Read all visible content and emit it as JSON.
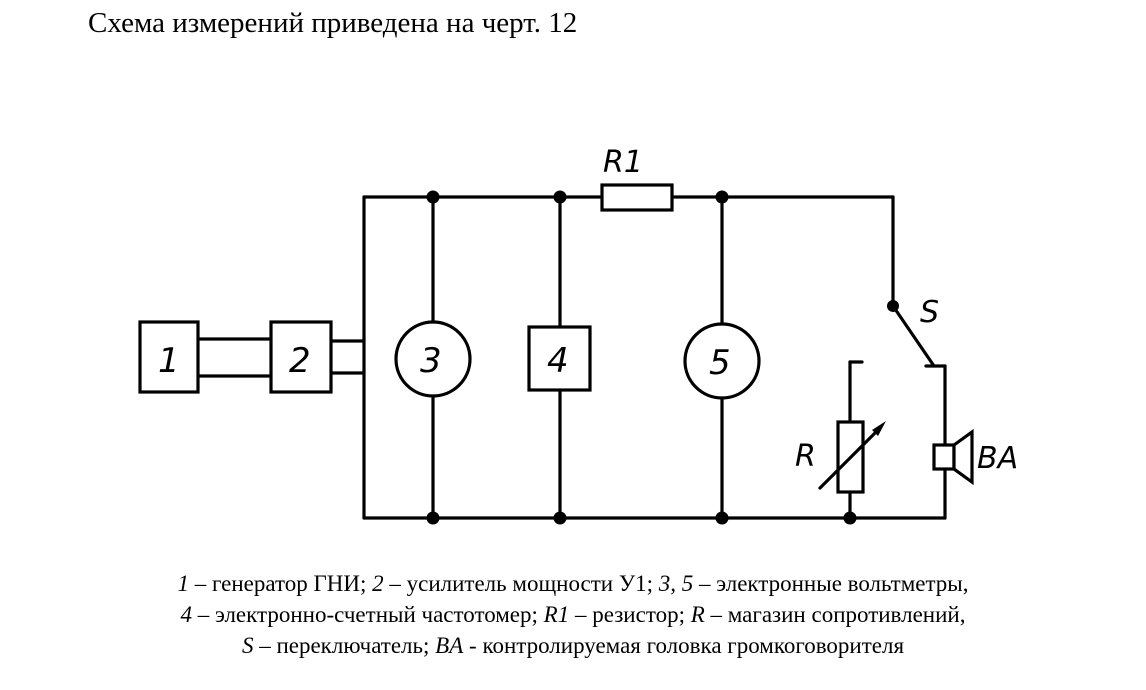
{
  "intro": "Схема измерений приведена на черт. 12",
  "diagram": {
    "blocks": {
      "b1": "1",
      "b2": "2",
      "b3": "3",
      "b4": "4",
      "b5": "5"
    },
    "labels": {
      "r1": "R1",
      "s": "S",
      "r": "R",
      "ba": "BA"
    }
  },
  "legend": {
    "line1": [
      {
        "k": "1",
        "t": " – генератор ГНИ;  "
      },
      {
        "k": "2",
        "t": " – усилитель мощности У1;  "
      },
      {
        "k": "3, 5",
        "t": " – электронные вольтметры,"
      }
    ],
    "line2": [
      {
        "k": "4",
        "t": " – электронно-счетный частотомер;  "
      },
      {
        "k": "R1",
        "t": " – резистор;  "
      },
      {
        "k": "R",
        "t": " – магазин сопротивлений,"
      }
    ],
    "line3": [
      {
        "k": "S",
        "t": " – переключатель;  "
      },
      {
        "k": "BA",
        "t": "  - контролируемая головка громкоговорителя"
      }
    ]
  }
}
